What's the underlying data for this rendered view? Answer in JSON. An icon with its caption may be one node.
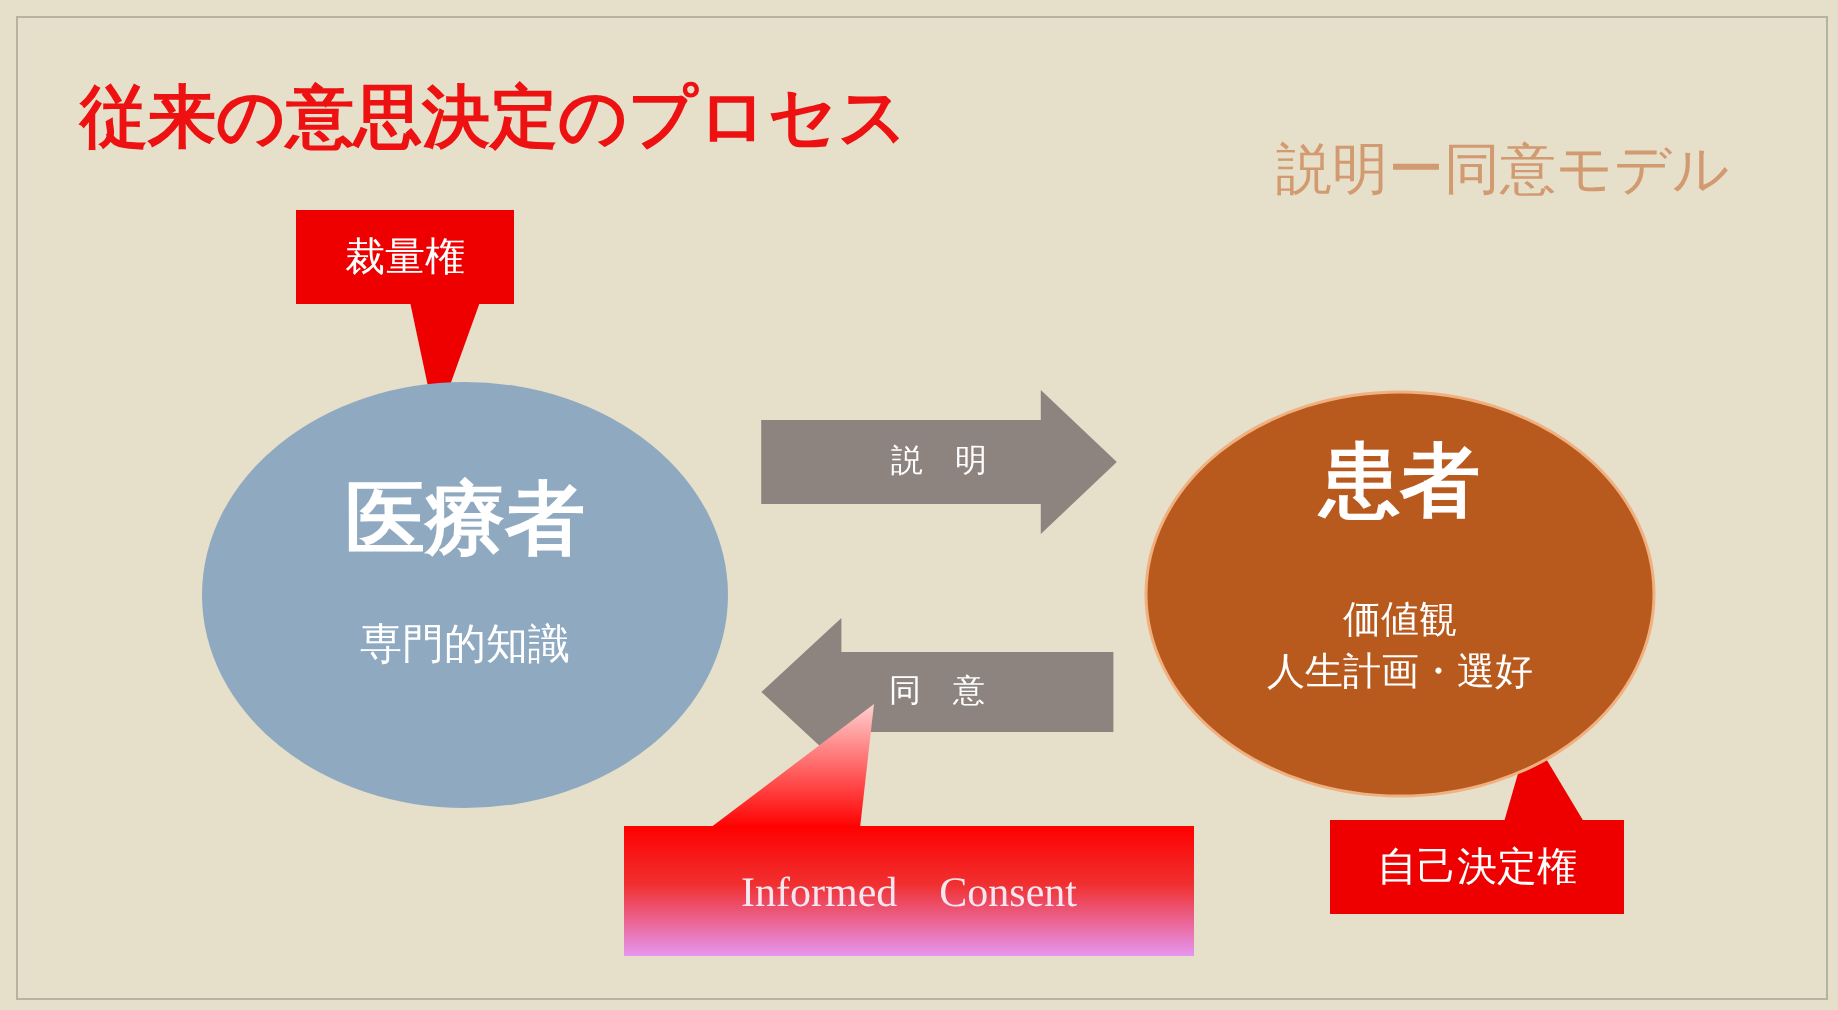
{
  "diagram": {
    "title": "従来の意思決定のプロセス",
    "nodes": [
      {
        "text": [
          "医療者",
          "専門的知識"
        ]
      },
      {
        "text": [
          "患者",
          "価値観",
          "人生計画・選好"
        ]
      },
      {
        "text": [
          "裁量権"
        ]
      },
      {
        "text": [
          "自己決定権"
        ]
      },
      {
        "text": [
          "Informed　Consent"
        ]
      }
    ],
    "edges": [
      {
        "from": 0,
        "to": 1,
        "arrow": "to",
        "label": "説　明"
      },
      {
        "from": 1,
        "to": 0,
        "arrow": "to",
        "label": "同　意"
      },
      {
        "from": 2,
        "to": 0,
        "arrow": "to"
      },
      {
        "from": 3,
        "to": 1,
        "arrow": "to"
      },
      {
        "from": 4,
        "to": null,
        "arrow": "to"
      }
    ],
    "labels": [
      "説明ー同意モデル"
    ]
  }
}
